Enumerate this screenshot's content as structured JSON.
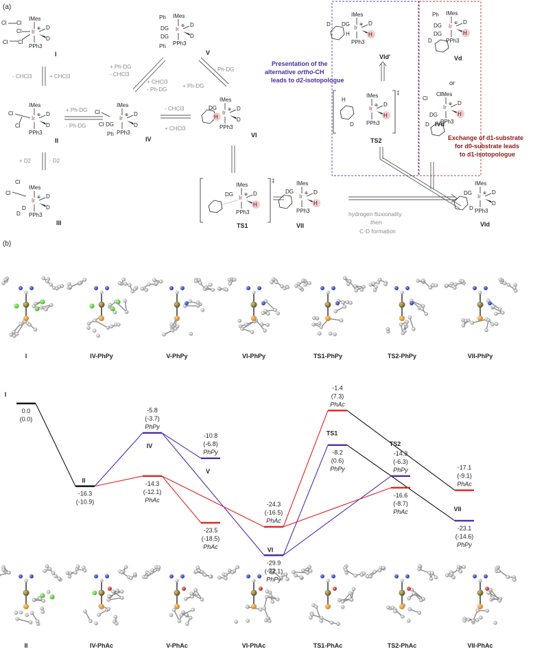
{
  "panel_labels": {
    "a": "(a)",
    "b": "(b)"
  },
  "scheme": {
    "species_labels": {
      "I": "I",
      "II": "II",
      "III": "III",
      "IV": "IV",
      "V": "V",
      "VI": "VI",
      "TS1": "TS1",
      "VII": "VII",
      "VId": "VId",
      "TS2": "TS2",
      "VIdp": "VId'",
      "Vd": "Vd",
      "IVd": "IVd"
    },
    "atoms": {
      "imes": "IMes",
      "ir": "Ir",
      "pph3": "PPh3",
      "d": "D",
      "h": "H",
      "dg": "DG",
      "cl": "Cl",
      "ph": "Ph",
      "plus": "⊕",
      "dagger": "‡",
      "or": "or"
    },
    "arrows": {
      "minus_chcl3": "- CHCl3",
      "plus_chcl3": "+ CHCl3",
      "plus_phdg": "+ Ph-DG",
      "minus_phdg": "- Ph-DG",
      "plus_d2": "+ D2",
      "minus_d2": "- D2",
      "hydrogen_fluxionality": "hydrogen fluxionality",
      "then": "then",
      "cd_formation": "C-D formation"
    },
    "boxes": {
      "blue_line1": "Presentation of the",
      "blue_line2_pre": "alternative ",
      "blue_line2_ital": "ortho",
      "blue_line2_post": "-CH",
      "blue_line3": "leads to d2-isotopologue",
      "red_line1": "Exchange of d1-substrate",
      "red_line2": "for d0-substrate leads",
      "red_line3": "to d1-isotopologue"
    },
    "colors": {
      "blue_box": "#5c4aa8",
      "blue_text": "#4a2e9a",
      "red_box": "#b04a4a",
      "red_text": "#8b1a1a",
      "highlight": "#f7c9c9",
      "ir": "#a03030"
    }
  },
  "structures": {
    "top_labels": [
      "I",
      "IV-PhPy",
      "V-PhPy",
      "VI-PhPy",
      "TS1-PhPy",
      "TS2-PhPy",
      "VII-PhPy"
    ],
    "bottom_labels": [
      "II",
      "IV-PhAc",
      "V-PhAc",
      "VI-PhAc",
      "TS1-PhAc",
      "TS2-PhAc",
      "VII-PhAc"
    ]
  },
  "energy_diagram": {
    "series": [
      {
        "name": "PhPy",
        "color": "#4b2aa8"
      },
      {
        "name": "PhAc",
        "color": "#e02020"
      },
      {
        "name": "",
        "color": "#111111"
      }
    ],
    "levels": [
      {
        "id": "I",
        "label": "I",
        "values": [
          "0.0",
          "(0.0)"
        ],
        "tag": "",
        "color": "#111111"
      },
      {
        "id": "II",
        "label": "II",
        "values": [
          "-16.3",
          "(-10.9)"
        ],
        "tag": "",
        "color": "#111111"
      },
      {
        "id": "IV_PhPy",
        "label": "IV",
        "values": [
          "-5.8",
          "(-3.7)"
        ],
        "tag": "PhPy",
        "color": "#4b2aa8"
      },
      {
        "id": "IV_PhAc",
        "label": "",
        "values": [
          "-14.3",
          "(-12.1)"
        ],
        "tag": "PhAc",
        "color": "#e02020"
      },
      {
        "id": "V_PhPy",
        "label": "V",
        "values": [
          "-10.8",
          "(-6.8)"
        ],
        "tag": "PhPy",
        "color": "#4b2aa8"
      },
      {
        "id": "V_PhAc",
        "label": "",
        "values": [
          "-23.5",
          "(-18.5)"
        ],
        "tag": "PhAc",
        "color": "#e02020"
      },
      {
        "id": "VI_PhAc",
        "label": "",
        "values": [
          "-24.3",
          "(-16.5)"
        ],
        "tag": "PhAc",
        "color": "#e02020"
      },
      {
        "id": "VI_PhPy",
        "label": "VI",
        "values": [
          "-29.9",
          "(-22.1)"
        ],
        "tag": "PhPy",
        "color": "#4b2aa8"
      },
      {
        "id": "TS1_PhAc",
        "label": "",
        "values": [
          "-1.4",
          "(7.3)"
        ],
        "tag": "PhAc",
        "color": "#e02020"
      },
      {
        "id": "TS1_PhPy",
        "label": "TS1",
        "values": [
          "-8.2",
          "(0.6)"
        ],
        "tag": "PhPy",
        "color": "#4b2aa8"
      },
      {
        "id": "TS2_PhPy",
        "label": "TS2",
        "values": [
          "-14.3",
          "(-6.3)"
        ],
        "tag": "PhPy",
        "color": "#4b2aa8"
      },
      {
        "id": "TS2_PhAc",
        "label": "",
        "values": [
          "-16.6",
          "(-8.7)"
        ],
        "tag": "PhAc",
        "color": "#e02020"
      },
      {
        "id": "VII_PhAc",
        "label": "",
        "values": [
          "-17.1",
          "(-9.1)"
        ],
        "tag": "PhAc",
        "color": "#e02020"
      },
      {
        "id": "VII_PhPy",
        "label": "VII",
        "values": [
          "-23.1",
          "(-14.6)"
        ],
        "tag": "PhPy",
        "color": "#4b2aa8"
      }
    ],
    "connections": [
      {
        "from": "I",
        "to": "II",
        "color": "#111111"
      },
      {
        "from": "II",
        "to": "IV_PhPy",
        "color": "#4b2aa8"
      },
      {
        "from": "II",
        "to": "IV_PhAc",
        "color": "#e02020"
      },
      {
        "from": "IV_PhPy",
        "to": "V_PhPy",
        "color": "#4b2aa8"
      },
      {
        "from": "IV_PhPy",
        "to": "VI_PhPy",
        "color": "#4b2aa8"
      },
      {
        "from": "IV_PhAc",
        "to": "V_PhAc",
        "color": "#e02020"
      },
      {
        "from": "IV_PhAc",
        "to": "VI_PhAc",
        "color": "#e02020"
      },
      {
        "from": "VI_PhPy",
        "to": "TS1_PhPy",
        "color": "#4b2aa8"
      },
      {
        "from": "VI_PhPy",
        "to": "TS2_PhPy",
        "color": "#4b2aa8"
      },
      {
        "from": "VI_PhAc",
        "to": "TS1_PhAc",
        "color": "#e02020"
      },
      {
        "from": "VI_PhAc",
        "to": "TS2_PhAc",
        "color": "#e02020"
      },
      {
        "from": "TS1_PhAc",
        "to": "VII_PhAc",
        "color": "#111111"
      },
      {
        "from": "TS1_PhPy",
        "to": "VII_PhPy",
        "color": "#111111"
      }
    ]
  }
}
